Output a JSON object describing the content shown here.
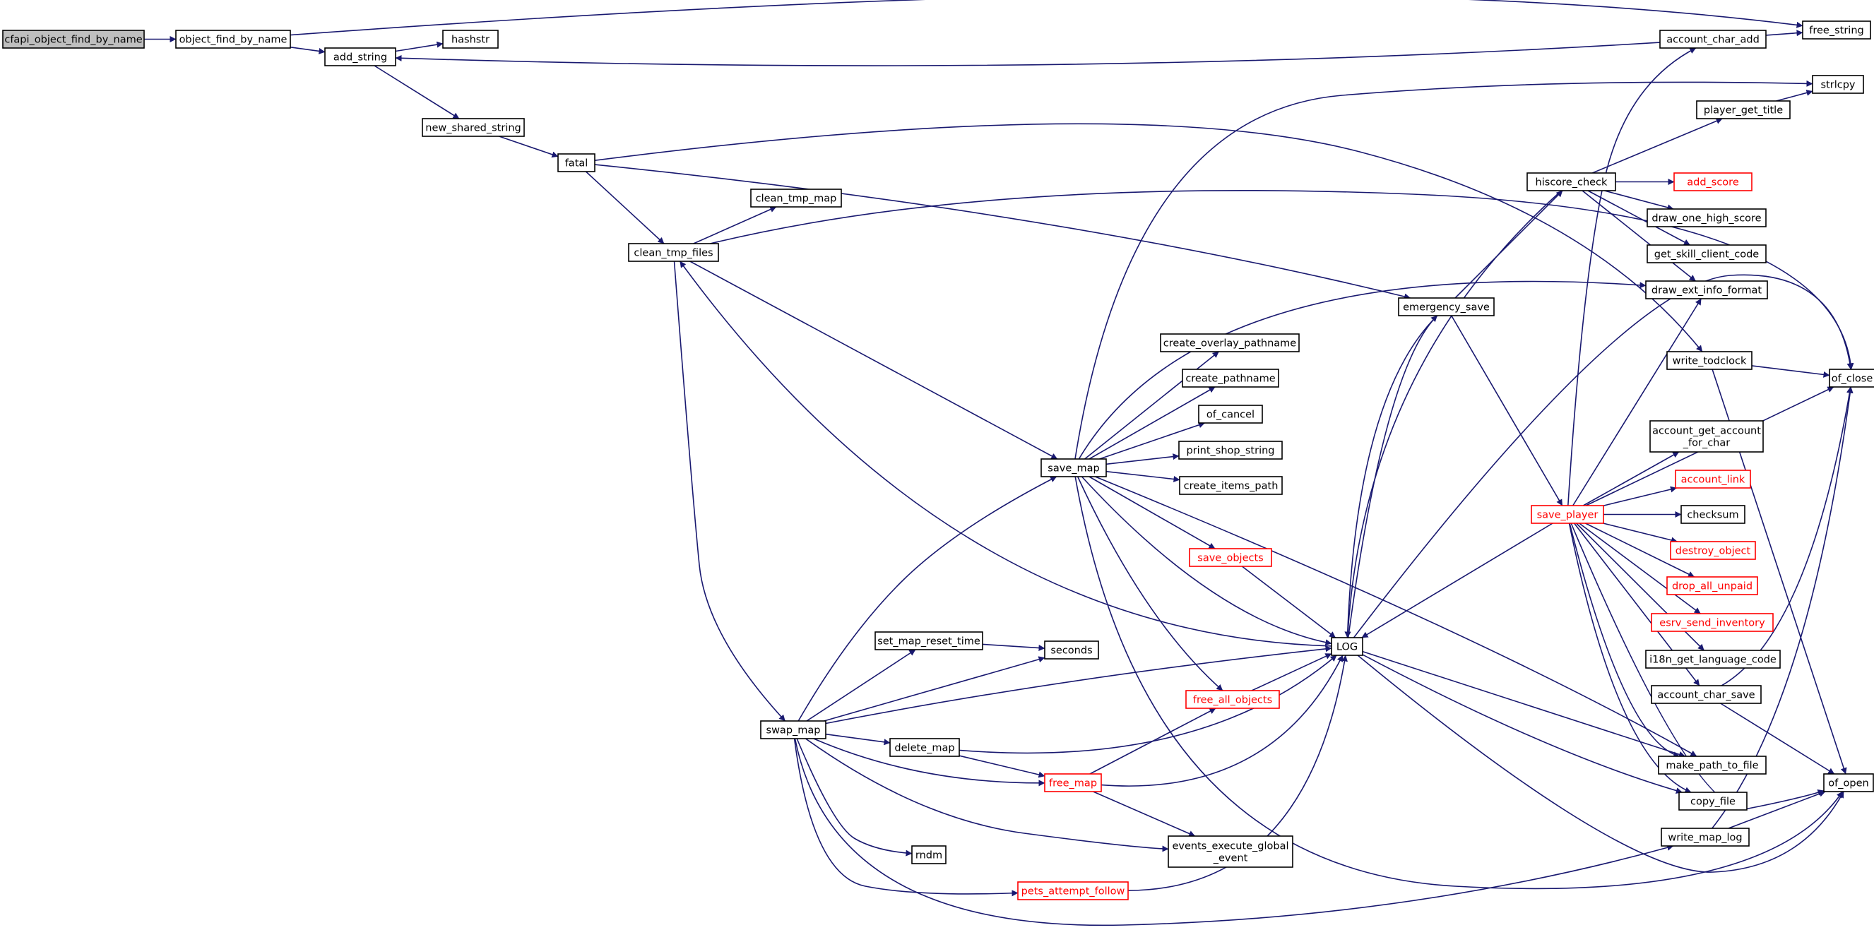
{
  "graph": {
    "colors": {
      "edge": "#191970",
      "root_fill": "#bfbfbf",
      "node_fill": "#ffffff",
      "truncated_border": "#ff0000",
      "normal_border": "#000000"
    },
    "nodes": [
      {
        "id": "cfapi_object_find_by_name",
        "label": "cfapi_object_find_by_name",
        "root": true
      },
      {
        "id": "object_find_by_name",
        "label": "object_find_by_name"
      },
      {
        "id": "add_string",
        "label": "add_string"
      },
      {
        "id": "hashstr",
        "label": "hashstr"
      },
      {
        "id": "new_shared_string",
        "label": "new_shared_string"
      },
      {
        "id": "fatal",
        "label": "fatal"
      },
      {
        "id": "clean_tmp_map",
        "label": "clean_tmp_map"
      },
      {
        "id": "clean_tmp_files",
        "label": "clean_tmp_files"
      },
      {
        "id": "free_string",
        "label": "free_string"
      },
      {
        "id": "account_char_add",
        "label": "account_char_add"
      },
      {
        "id": "strlcpy",
        "label": "strlcpy"
      },
      {
        "id": "player_get_title",
        "label": "player_get_title"
      },
      {
        "id": "hiscore_check",
        "label": "hiscore_check"
      },
      {
        "id": "add_score",
        "label": "add_score",
        "truncated": true
      },
      {
        "id": "draw_one_high_score",
        "label": "draw_one_high_score"
      },
      {
        "id": "get_skill_client_code",
        "label": "get_skill_client_code"
      },
      {
        "id": "draw_ext_info_format",
        "label": "draw_ext_info_format"
      },
      {
        "id": "emergency_save",
        "label": "emergency_save"
      },
      {
        "id": "create_overlay_pathname",
        "label": "create_overlay_pathname"
      },
      {
        "id": "create_pathname",
        "label": "create_pathname"
      },
      {
        "id": "of_cancel",
        "label": "of_cancel"
      },
      {
        "id": "print_shop_string",
        "label": "print_shop_string"
      },
      {
        "id": "create_items_path",
        "label": "create_items_path"
      },
      {
        "id": "save_map",
        "label": "save_map"
      },
      {
        "id": "write_todclock",
        "label": "write_todclock"
      },
      {
        "id": "of_close",
        "label": "of_close"
      },
      {
        "id": "account_get_account_for_char",
        "label": "account_get_account\n_for_char"
      },
      {
        "id": "account_link",
        "label": "account_link",
        "truncated": true
      },
      {
        "id": "save_player",
        "label": "save_player",
        "truncated": true
      },
      {
        "id": "checksum",
        "label": "checksum"
      },
      {
        "id": "destroy_object",
        "label": "destroy_object",
        "truncated": true
      },
      {
        "id": "drop_all_unpaid",
        "label": "drop_all_unpaid",
        "truncated": true
      },
      {
        "id": "save_objects",
        "label": "save_objects",
        "truncated": true
      },
      {
        "id": "esrv_send_inventory",
        "label": "esrv_send_inventory",
        "truncated": true
      },
      {
        "id": "LOG",
        "label": "LOG"
      },
      {
        "id": "i18n_get_language_code",
        "label": "i18n_get_language_code"
      },
      {
        "id": "set_map_reset_time",
        "label": "set_map_reset_time"
      },
      {
        "id": "seconds",
        "label": "seconds"
      },
      {
        "id": "account_char_save",
        "label": "account_char_save"
      },
      {
        "id": "free_all_objects",
        "label": "free_all_objects",
        "truncated": true
      },
      {
        "id": "swap_map",
        "label": "swap_map"
      },
      {
        "id": "delete_map",
        "label": "delete_map"
      },
      {
        "id": "make_path_to_file",
        "label": "make_path_to_file"
      },
      {
        "id": "of_open",
        "label": "of_open"
      },
      {
        "id": "free_map",
        "label": "free_map",
        "truncated": true
      },
      {
        "id": "copy_file",
        "label": "copy_file"
      },
      {
        "id": "write_map_log",
        "label": "write_map_log"
      },
      {
        "id": "events_execute_global_event",
        "label": "events_execute_global\n_event"
      },
      {
        "id": "rndm",
        "label": "rndm"
      },
      {
        "id": "pets_attempt_follow",
        "label": "pets_attempt_follow",
        "truncated": true
      }
    ],
    "edges": [
      [
        "cfapi_object_find_by_name",
        "object_find_by_name"
      ],
      [
        "object_find_by_name",
        "add_string"
      ],
      [
        "object_find_by_name",
        "free_string"
      ],
      [
        "add_string",
        "hashstr"
      ],
      [
        "add_string",
        "new_shared_string"
      ],
      [
        "new_shared_string",
        "fatal"
      ],
      [
        "fatal",
        "clean_tmp_files"
      ],
      [
        "fatal",
        "emergency_save"
      ],
      [
        "fatal",
        "write_todclock"
      ],
      [
        "clean_tmp_files",
        "clean_tmp_map"
      ],
      [
        "clean_tmp_files",
        "of_close"
      ],
      [
        "clean_tmp_files",
        "save_map"
      ],
      [
        "clean_tmp_files",
        "swap_map"
      ],
      [
        "account_char_add",
        "add_string"
      ],
      [
        "account_char_add",
        "free_string"
      ],
      [
        "player_get_title",
        "strlcpy"
      ],
      [
        "hiscore_check",
        "player_get_title"
      ],
      [
        "hiscore_check",
        "add_score"
      ],
      [
        "hiscore_check",
        "draw_one_high_score"
      ],
      [
        "hiscore_check",
        "get_skill_client_code"
      ],
      [
        "hiscore_check",
        "draw_ext_info_format"
      ],
      [
        "hiscore_check",
        "LOG"
      ],
      [
        "emergency_save",
        "hiscore_check"
      ],
      [
        "emergency_save",
        "save_player"
      ],
      [
        "emergency_save",
        "LOG"
      ],
      [
        "save_map",
        "strlcpy"
      ],
      [
        "save_map",
        "draw_ext_info_format"
      ],
      [
        "save_map",
        "create_overlay_pathname"
      ],
      [
        "save_map",
        "create_pathname"
      ],
      [
        "save_map",
        "of_cancel"
      ],
      [
        "save_map",
        "print_shop_string"
      ],
      [
        "save_map",
        "create_items_path"
      ],
      [
        "save_map",
        "save_objects"
      ],
      [
        "save_map",
        "LOG"
      ],
      [
        "save_map",
        "free_all_objects"
      ],
      [
        "save_map",
        "make_path_to_file"
      ],
      [
        "save_map",
        "of_open"
      ],
      [
        "write_todclock",
        "of_close"
      ],
      [
        "write_todclock",
        "of_open"
      ],
      [
        "save_player",
        "account_char_add"
      ],
      [
        "save_player",
        "draw_ext_info_format"
      ],
      [
        "save_player",
        "of_close"
      ],
      [
        "save_player",
        "account_get_account_for_char"
      ],
      [
        "save_player",
        "account_link"
      ],
      [
        "save_player",
        "checksum"
      ],
      [
        "save_player",
        "destroy_object"
      ],
      [
        "save_player",
        "drop_all_unpaid"
      ],
      [
        "save_player",
        "esrv_send_inventory"
      ],
      [
        "save_player",
        "i18n_get_language_code"
      ],
      [
        "save_player",
        "account_char_save"
      ],
      [
        "save_player",
        "make_path_to_file"
      ],
      [
        "save_player",
        "copy_file"
      ],
      [
        "save_player",
        "of_open"
      ],
      [
        "save_player",
        "LOG"
      ],
      [
        "save_objects",
        "LOG"
      ],
      [
        "LOG",
        "clean_tmp_files"
      ],
      [
        "LOG",
        "emergency_save"
      ],
      [
        "LOG",
        "of_close"
      ],
      [
        "LOG",
        "make_path_to_file"
      ],
      [
        "LOG",
        "copy_file"
      ],
      [
        "LOG",
        "of_open"
      ],
      [
        "set_map_reset_time",
        "seconds"
      ],
      [
        "account_char_save",
        "of_close"
      ],
      [
        "account_char_save",
        "of_open"
      ],
      [
        "free_all_objects",
        "LOG"
      ],
      [
        "swap_map",
        "save_map"
      ],
      [
        "swap_map",
        "set_map_reset_time"
      ],
      [
        "swap_map",
        "seconds"
      ],
      [
        "swap_map",
        "LOG"
      ],
      [
        "swap_map",
        "delete_map"
      ],
      [
        "swap_map",
        "free_map"
      ],
      [
        "swap_map",
        "events_execute_global_event"
      ],
      [
        "swap_map",
        "rndm"
      ],
      [
        "swap_map",
        "pets_attempt_follow"
      ],
      [
        "swap_map",
        "write_map_log"
      ],
      [
        "delete_map",
        "free_map"
      ],
      [
        "delete_map",
        "LOG"
      ],
      [
        "free_map",
        "free_all_objects"
      ],
      [
        "free_map",
        "LOG"
      ],
      [
        "free_map",
        "events_execute_global_event"
      ],
      [
        "write_map_log",
        "of_close"
      ],
      [
        "write_map_log",
        "of_open"
      ],
      [
        "pets_attempt_follow",
        "LOG"
      ]
    ]
  }
}
